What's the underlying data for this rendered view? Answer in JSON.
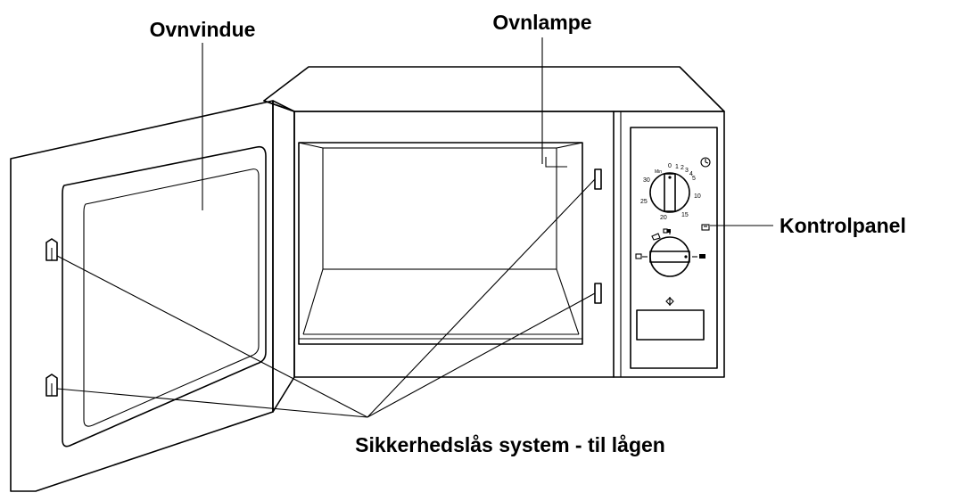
{
  "labels": {
    "window": "Ovnvindue",
    "lamp": "Ovnlampe",
    "control_panel": "Kontrolpanel",
    "safety_lock": "Sikkerhedslås system - til lågen"
  },
  "timer_dial": {
    "ticks": [
      "0",
      "1",
      "2",
      "3",
      "4",
      "5",
      "10",
      "15",
      "20",
      "25",
      "30"
    ],
    "unit": "Min"
  },
  "colors": {
    "line": "#000000",
    "background": "#ffffff"
  },
  "icons": [
    "clock-icon",
    "microwave-icon",
    "defrost-icon",
    "start-icon"
  ]
}
